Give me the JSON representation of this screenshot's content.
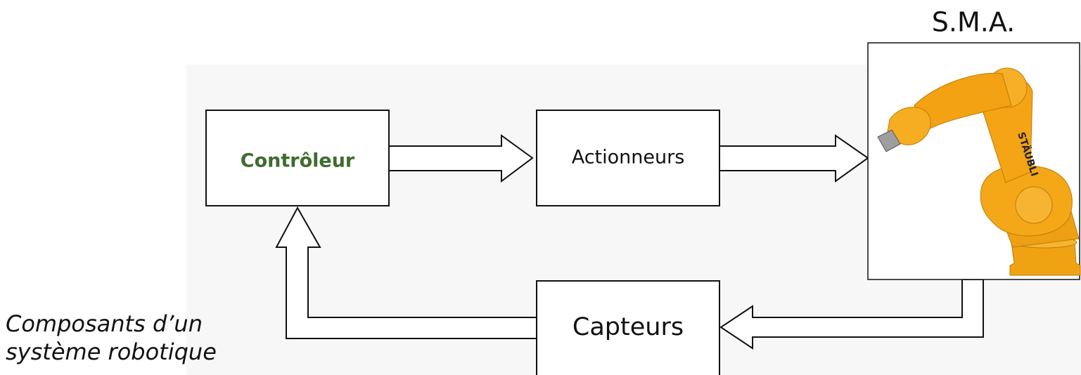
{
  "diagram": {
    "boxes": {
      "controller": "Contrôleur",
      "actuators": "Actionneurs",
      "sensors": "Capteurs"
    },
    "system_label": "S.M.A.",
    "robot_brand": "STÄUBLI",
    "caption": {
      "line1": "Composants d’un",
      "line2": "système robotique"
    },
    "colors": {
      "controller_text": "#3f6b2f",
      "robot": "#f2a516",
      "background_panel": "#f6f6f6",
      "stroke": "#111111"
    }
  }
}
